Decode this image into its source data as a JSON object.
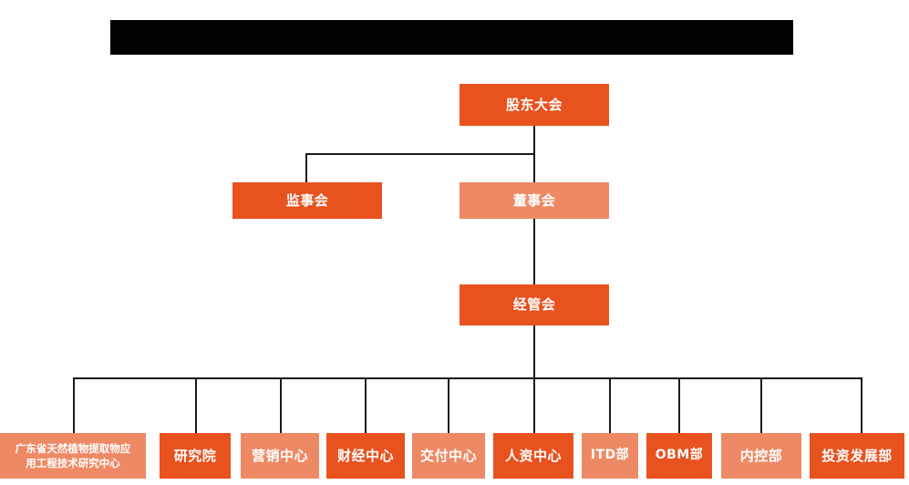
{
  "page": {
    "title_bar": {
      "name": "redacted-title-bar",
      "text": "",
      "color": "#000000"
    },
    "background": "#ffffff"
  },
  "palette": {
    "primary": "#E8521E",
    "secondary": "#ED8A65",
    "connector": "#1a1a1a",
    "node_text": "#ffffff"
  },
  "org_chart": {
    "levels": [
      {
        "level": 1,
        "nodes": [
          {
            "id": "shareholders-meeting",
            "label": "股东大会",
            "style": "primary"
          }
        ]
      },
      {
        "level": 2,
        "nodes": [
          {
            "id": "board-of-supervisors",
            "label": "监事会",
            "style": "primary"
          },
          {
            "id": "board-of-directors",
            "label": "董事会",
            "style": "secondary"
          }
        ]
      },
      {
        "level": 3,
        "nodes": [
          {
            "id": "management-committee",
            "label": "经管会",
            "style": "primary"
          }
        ]
      },
      {
        "level": 4,
        "nodes": [
          {
            "id": "engineering-research-center",
            "label": "广东省天然植物提取物应用工程技术研究中心",
            "label_line1": "广东省天然植物提取物应",
            "label_line2": "用工程技术研究中心",
            "style": "secondary"
          },
          {
            "id": "research-institute",
            "label": "研究院",
            "style": "primary"
          },
          {
            "id": "marketing-center",
            "label": "营销中心",
            "style": "secondary"
          },
          {
            "id": "finance-center",
            "label": "财经中心",
            "style": "primary"
          },
          {
            "id": "delivery-center",
            "label": "交付中心",
            "style": "secondary"
          },
          {
            "id": "hr-center",
            "label": "人资中心",
            "style": "primary"
          },
          {
            "id": "itd-department",
            "label": "ITD部",
            "style": "secondary"
          },
          {
            "id": "obm-department",
            "label": "OBM部",
            "style": "primary"
          },
          {
            "id": "internal-control-department",
            "label": "内控部",
            "style": "secondary"
          },
          {
            "id": "investment-development-department",
            "label": "投资发展部",
            "style": "primary"
          }
        ]
      }
    ]
  }
}
